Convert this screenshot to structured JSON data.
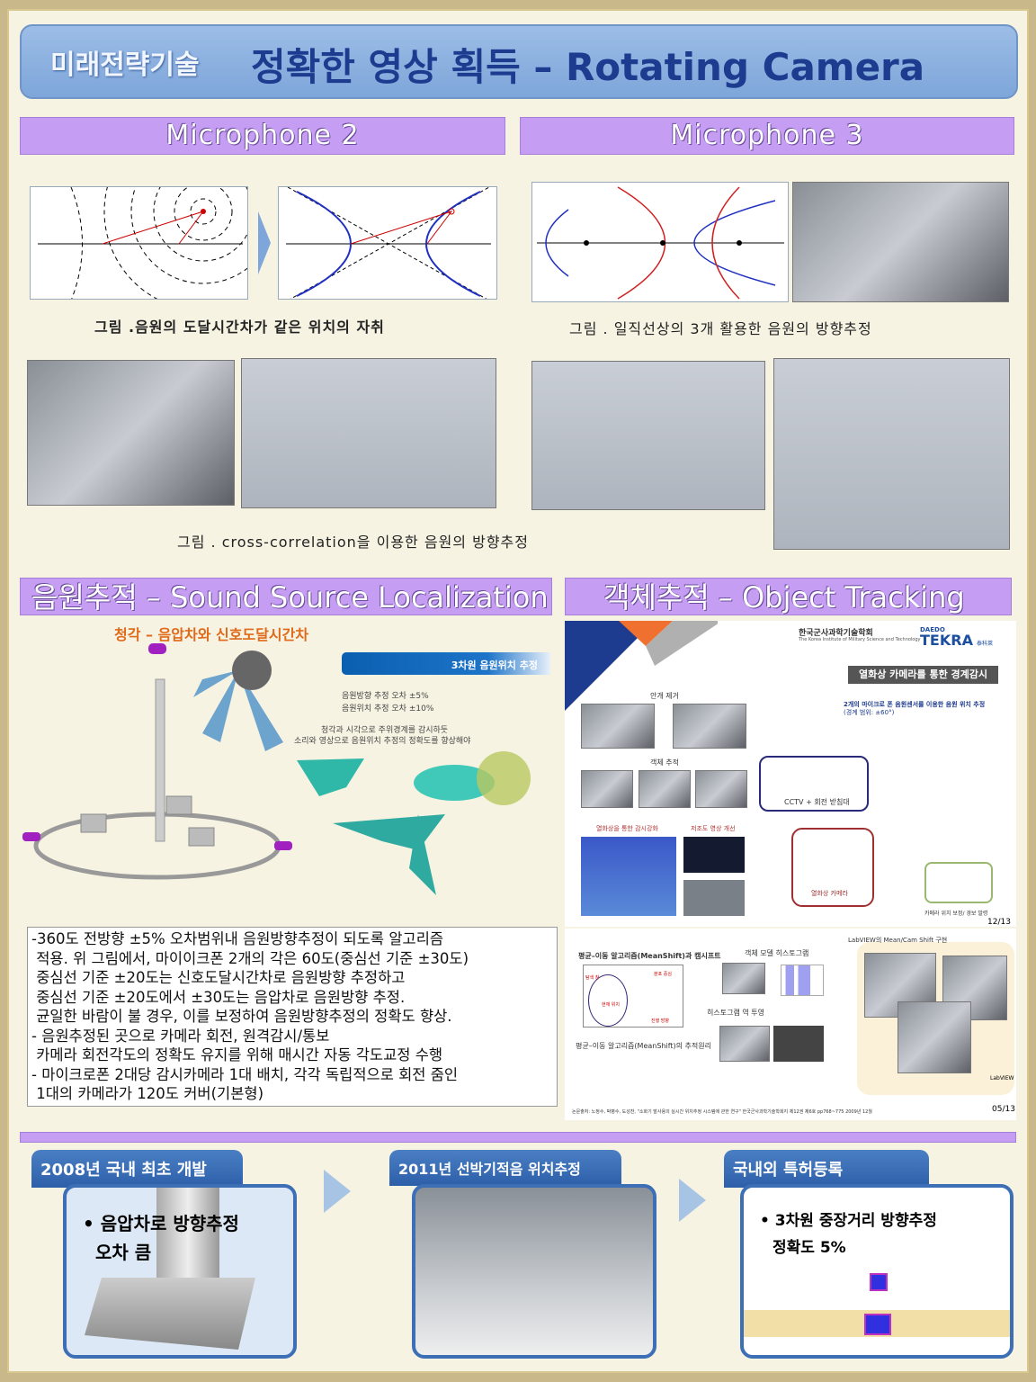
{
  "header": {
    "subtitle": "미래전략기술",
    "title": "정확한 영상 획득 – Rotating Camera"
  },
  "mic2": {
    "title": "Microphone  2",
    "caption": "그림 .음원의 도달시간차가 같은 위치의 자취"
  },
  "mic3": {
    "title": "Microphone  3",
    "caption": "그림 .  일직선상의 3개 활용한 음원의 방향추정"
  },
  "cross_caption": "그림 .  cross-correlation을 이용한 음원의 방향추정",
  "ssl": {
    "title": "음원추적 – Sound Source Localization",
    "subtitle": "청각 – 음압차와 신호도달시간차",
    "bar": "3차원  음원위치 추정",
    "err1": "음원방향  추정 오차 ±5%",
    "err2": "음원위치 추정 오차 ±10%",
    "note1": "청각과 시각으로 주위경계를 감시하듯",
    "note2": "소리와 영상으로  음원위치 추정의 정확도를 향상해야",
    "body": "-360도 전방향 ±5% 오차범위내 음원방향추정이 되도록 알고리즘\n 적용. 위 그림에서, 마이이크폰 2개의 각은 60도(중심선 기준 ±30도)\n 중심선 기준 ±20도는 신호도달시간차로 음원방향 추정하고\n 중심선 기준 ±20도에서 ±30도는 음압차로 음원방향 추정.\n 균일한 바람이 불 경우, 이를 보정하여 음원방향추정의 정확도 향상.\n- 음원추정된 곳으로 카메라 회전, 원격감시/통보\n 카메라 회전각도의 정확도 유지를 위해 매시간 자동 각도교정 수행\n- 마이크로폰 2대당 감시카메라 1대 배치, 각각 독립적으로 회전 줌인\n 1대의 카메라가 120도 커버(기본형)"
  },
  "ot": {
    "title": "객체추적 – Object Tracking",
    "s1": {
      "org": "한국군사과학기술학회",
      "org_en": "The Korea Institute of Military Science and Technology",
      "brand_top": "DAEDO",
      "brand": "TEKRA",
      "brand_sub": "泰科萊",
      "box": "열화상 카메라를 통한 경계감시",
      "desc1": "2개의 마이크로 폰 음원센서를 이용한 음원 위치 추정",
      "desc2": "(경계 범위: ±60°)",
      "fog": "안개 제거",
      "track": "객체 추적",
      "thermal": "열화상을 통한 감시강화",
      "lowlight": "저조도 영상 개선",
      "cctv": "CCTV + 회전 받침대",
      "thermcam": "열화상 카메라",
      "alert": "카메라 위치 보정/ 경보 발령",
      "page": "12/13"
    },
    "s2": {
      "t1": "평균–이동 알고리즘(MeanShift)과 캠시프트",
      "t2": "평균–이동 알고리즘(MeanShift)의 추적원리",
      "hist": "객체 모델 히스토그램",
      "backproj": "히스토그램 역 투영",
      "labview": "LabVIEW의 Mean/Cam Shift 구현",
      "labview_logo": "LabVIEW",
      "lbl1": "탐색 창",
      "lbl2": "분포 중심",
      "lbl3": "현재 위치",
      "lbl4": "진행 방향",
      "cite": "논문출처: 노정수, 박병수, 도성찬, \"소화기 발사용의 실시간 위치추정 시스템에 관한 연구\" 한국군사과학기술학회지 제12권 제6호 pp768~775 2009년 12월",
      "page": "05/13"
    }
  },
  "bottom": [
    {
      "title": "2008년 국내 최초 개발",
      "bullet": "음압차로 방향추정",
      "line2": "오차 큼"
    },
    {
      "title": "2011년 선박기적음 위치추정"
    },
    {
      "title": "국내외 특허등록",
      "bullet": "3차원 중장거리 방향추정",
      "line2": "정확도 5%"
    }
  ]
}
